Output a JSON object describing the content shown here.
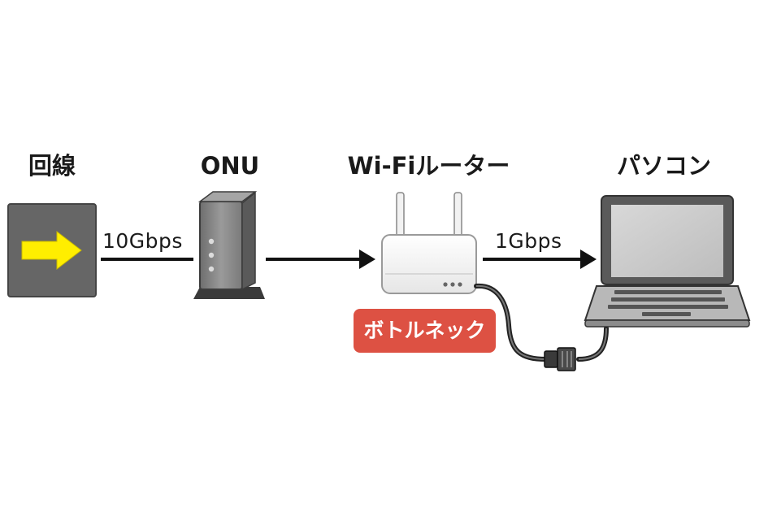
{
  "diagram": {
    "nodes": {
      "line": {
        "label": "回線",
        "icon": "arrow-right-icon"
      },
      "onu": {
        "label": "ONU",
        "icon": "onu-device-icon"
      },
      "router": {
        "label": "Wi-Fiルーター",
        "icon": "wifi-router-icon"
      },
      "pc": {
        "label": "パソコン",
        "icon": "laptop-icon"
      }
    },
    "links": {
      "line_to_onu": {
        "label": "10Gbps"
      },
      "router_to_pc": {
        "label": "1Gbps"
      }
    },
    "bottleneck": {
      "label": "ボトルネック",
      "color": "#dd5143"
    },
    "colors": {
      "line_box": "#666666",
      "arrow_fill": "#ffee00",
      "device_gray": "#8a8a8a",
      "router_white": "#f4f4f4",
      "laptop_screen": "#c9c9c9"
    }
  }
}
